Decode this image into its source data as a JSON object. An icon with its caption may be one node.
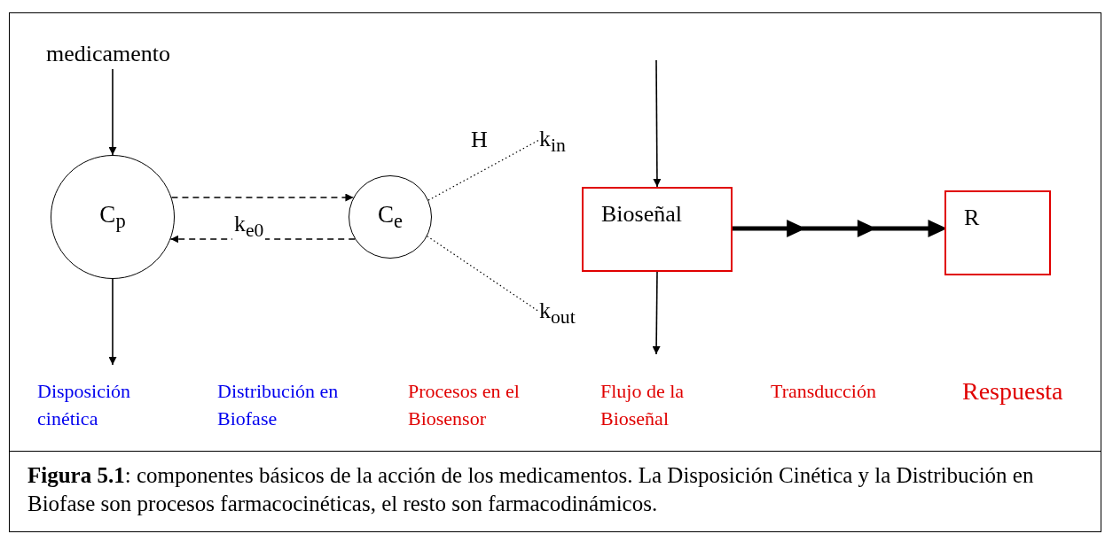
{
  "diagram": {
    "caption": "**Figura 5.1**: componentes básicos de la acción de los medicamentos. La Disposición Cinética y la Distribución en Biofase son procesos farmacocinéticas, el resto son farmacodinámicos.",
    "nodes": [
      {
        "text": [
          "medicamento"
        ]
      },
      {
        "text": [
          "C$_{p}$"
        ]
      },
      {
        "text": [
          "C$_{e}$"
        ]
      },
      {
        "text": [
          "k$_{in}$"
        ]
      },
      {
        "text": [
          "k$_{out}$"
        ]
      },
      {
        "text": [
          "Bioseñal"
        ]
      },
      {
        "text": [
          "R"
        ]
      }
    ],
    "edges": [
      {
        "from": 0,
        "to": 1,
        "arrow": "to"
      },
      {
        "from": 1,
        "to": 2,
        "arrow": "to",
        "style": "dashed"
      },
      {
        "from": 2,
        "to": 1,
        "arrow": "to",
        "style": "dashed",
        "label": "k$_{e0}$"
      },
      {
        "from": 2,
        "to": 3,
        "arrow": "none",
        "style": "dashed"
      },
      {
        "from": 2,
        "to": 4,
        "arrow": "none",
        "style": "dashed"
      },
      {
        "from": null,
        "to": 5,
        "arrow": "to"
      },
      {
        "from": 5,
        "to": null,
        "arrow": "to"
      },
      {
        "from": 1,
        "to": null,
        "arrow": "to"
      },
      {
        "from": 5,
        "to": 6,
        "arrow": "to",
        "style": "thick"
      }
    ],
    "labels": [
      "H",
      "Disposición cinética",
      "Distribución en Biofase",
      "Procesos en el Biosensor",
      "Flujo de la Bioseñal",
      "Transducción",
      "Respuesta"
    ]
  }
}
